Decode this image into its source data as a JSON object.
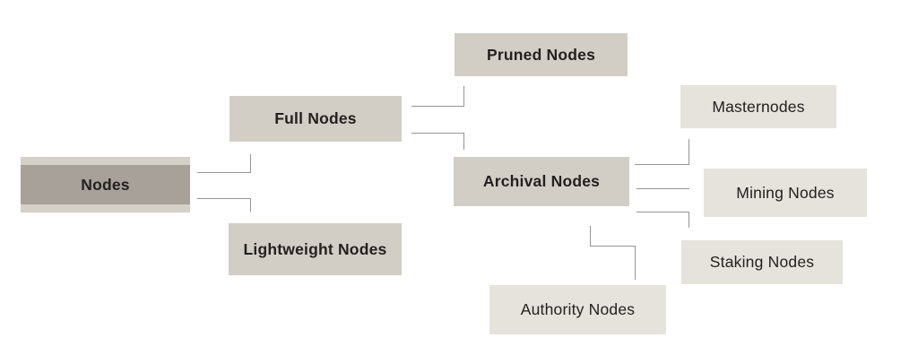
{
  "diagram": {
    "nodes": {
      "root": {
        "label": "Nodes"
      },
      "full": {
        "label": "Full Nodes"
      },
      "lightweight": {
        "label": "Lightweight Nodes"
      },
      "pruned": {
        "label": "Pruned Nodes"
      },
      "archival": {
        "label": "Archival Nodes"
      },
      "masternodes": {
        "label": "Masternodes"
      },
      "mining": {
        "label": "Mining Nodes"
      },
      "staking": {
        "label": "Staking Nodes"
      },
      "authority": {
        "label": "Authority Nodes"
      }
    },
    "edges": [
      {
        "from": "Nodes",
        "to": "Full Nodes"
      },
      {
        "from": "Nodes",
        "to": "Lightweight Nodes"
      },
      {
        "from": "Full Nodes",
        "to": "Pruned Nodes"
      },
      {
        "from": "Full Nodes",
        "to": "Archival Nodes"
      },
      {
        "from": "Archival Nodes",
        "to": "Masternodes"
      },
      {
        "from": "Archival Nodes",
        "to": "Mining Nodes"
      },
      {
        "from": "Archival Nodes",
        "to": "Staking Nodes"
      },
      {
        "from": "Archival Nodes",
        "to": "Authority Nodes"
      }
    ],
    "colors": {
      "root_outer": "#d6d1c8",
      "root_inner": "#a7a199",
      "branch_fill": "#d3cec5",
      "leaf_fill": "#e6e3dc",
      "text": "#232120",
      "line": "#979593",
      "background": "#ffffff"
    }
  }
}
